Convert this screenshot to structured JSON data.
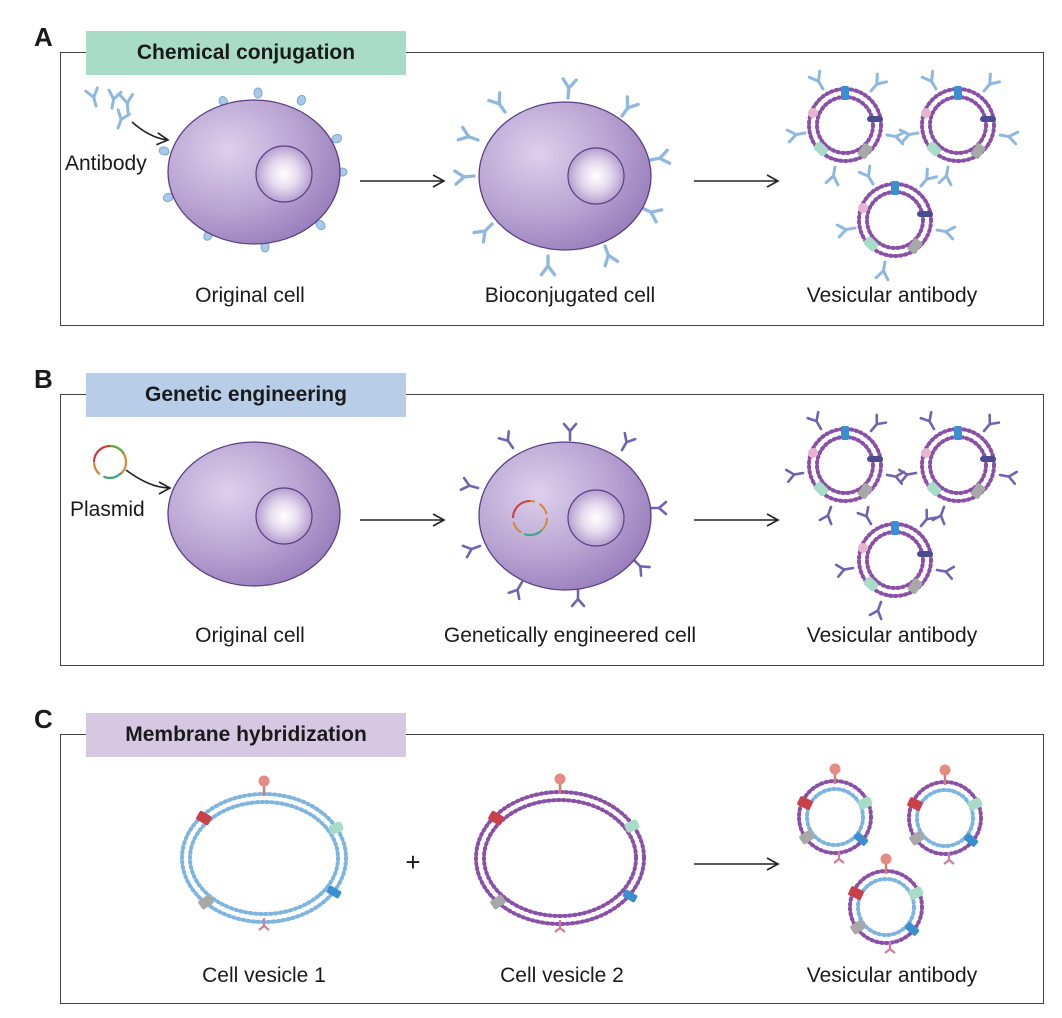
{
  "colors": {
    "panel_a_title_bg": "#a9dcc7",
    "panel_b_title_bg": "#b7cde8",
    "panel_c_title_bg": "#d6c8e3",
    "cell_fill": "#b7a3cf",
    "cell_stroke": "#5a3f84",
    "membrane_purple": "#8a4fa6",
    "membrane_blue": "#7db4e0",
    "antibody_light": "#9ec4e4",
    "antibody_purple": "#6f64b3"
  },
  "panels": [
    {
      "letter": "A",
      "title": "Chemical conjugation",
      "input_label": "Antibody",
      "captions": [
        "Original cell",
        "Bioconjugated cell",
        "Vesicular antibody"
      ]
    },
    {
      "letter": "B",
      "title": "Genetic engineering",
      "input_label": "Plasmid",
      "captions": [
        "Original cell",
        "Genetically engineered cell",
        "Vesicular antibody"
      ]
    },
    {
      "letter": "C",
      "title": "Membrane hybridization",
      "plus_sign": "+",
      "captions": [
        "Cell vesicle 1",
        "Cell vesicle 2",
        "Vesicular antibody"
      ]
    }
  ]
}
